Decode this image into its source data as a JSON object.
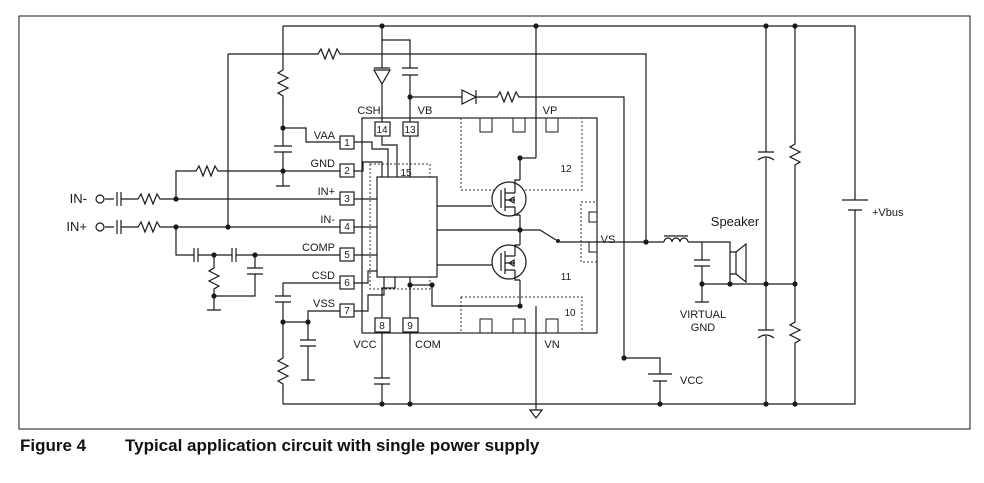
{
  "caption": {
    "number": "Figure 4",
    "title": "Typical application circuit with single power supply"
  },
  "ic": {
    "pins": [
      {
        "num": "1",
        "name": "VAA"
      },
      {
        "num": "2",
        "name": "GND"
      },
      {
        "num": "3",
        "name": "IN+"
      },
      {
        "num": "4",
        "name": "IN-"
      },
      {
        "num": "5",
        "name": "COMP"
      },
      {
        "num": "6",
        "name": "CSD"
      },
      {
        "num": "7",
        "name": "VSS"
      },
      {
        "num": "8",
        "name": "VCC"
      },
      {
        "num": "9",
        "name": "COM"
      },
      {
        "num": "10",
        "name": ""
      },
      {
        "num": "11",
        "name": ""
      },
      {
        "num": "12",
        "name": ""
      },
      {
        "num": "13",
        "name": "VB"
      },
      {
        "num": "14",
        "name": "CSH"
      },
      {
        "num": "15",
        "name": ""
      }
    ],
    "vs_label": "VS",
    "vp_label": "VP",
    "vn_label": "VN"
  },
  "inputs": {
    "in_minus": "IN-",
    "in_plus": "IN+"
  },
  "speaker": {
    "label": "Speaker"
  },
  "virtual_gnd": {
    "line1": "VIRTUAL",
    "line2": "GND"
  },
  "supplies": {
    "vcc": "VCC",
    "vbus": "+Vbus"
  }
}
